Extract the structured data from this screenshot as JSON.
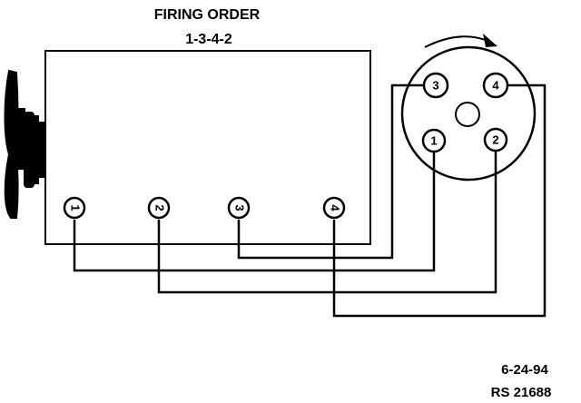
{
  "title": "FIRING ORDER",
  "firing_order": "1-3-4-2",
  "engine_cylinders": [
    {
      "label": "1"
    },
    {
      "label": "2"
    },
    {
      "label": "3"
    },
    {
      "label": "4"
    }
  ],
  "distributor_terminals": [
    {
      "label": "3"
    },
    {
      "label": "4"
    },
    {
      "label": "1"
    },
    {
      "label": "2"
    }
  ],
  "date_code": "6-24-94",
  "reference_code": "RS 21688",
  "colors": {
    "line": "#000000",
    "background": "#ffffff"
  }
}
